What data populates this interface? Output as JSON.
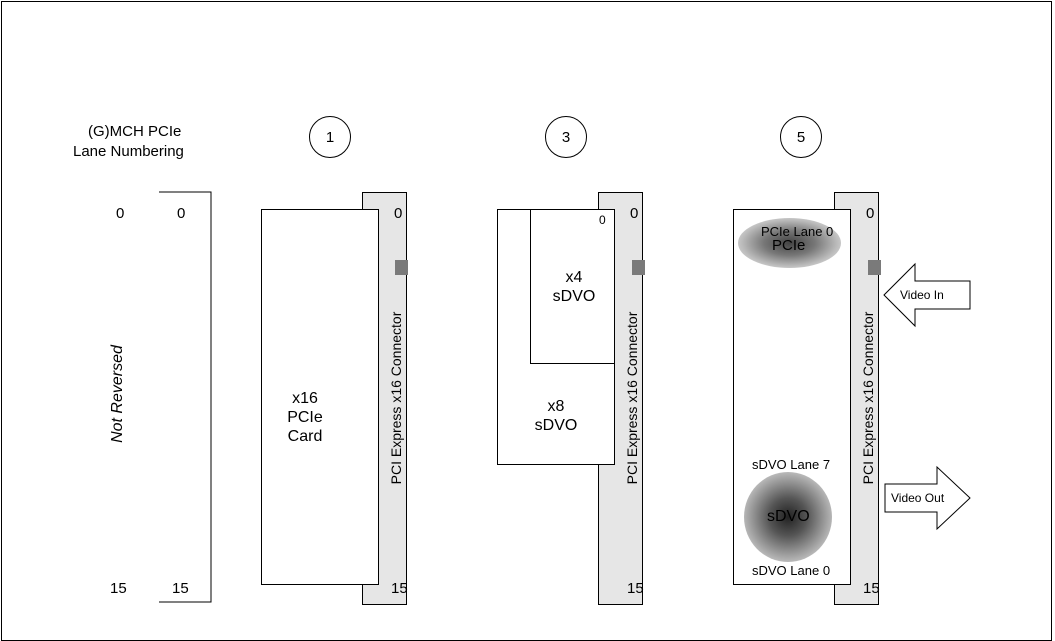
{
  "header": {
    "line1": "(G)MCH  PCIe",
    "line2": "Lane Numbering"
  },
  "lane_column": {
    "top_left": "0",
    "top_right": "0",
    "bottom_left": "15",
    "bottom_right": "15",
    "rotated_label": "Not Reversed"
  },
  "configs": [
    {
      "number": "1",
      "card_lines": [
        "x16",
        "PCIe",
        "Card"
      ],
      "connector_label": "PCI Express x16 Connector",
      "connector_top": "0",
      "connector_bottom": "15"
    },
    {
      "number": "3",
      "inner_card_lane": "0",
      "inner_card_lines": [
        "x4",
        "sDVO"
      ],
      "outer_card_lines": [
        "x8",
        "sDVO"
      ],
      "connector_label": "PCI Express x16 Connector",
      "connector_top": "0",
      "connector_bottom": "15"
    },
    {
      "number": "5",
      "pcie_lane_label": "PCIe Lane 0",
      "pcie_blob_label": "PCIe",
      "sdvo_top_label": "sDVO Lane 7",
      "sdvo_blob_label": "sDVO",
      "sdvo_bottom_label": "sDVO Lane 0",
      "video_in": "Video In",
      "video_out": "Video Out",
      "connector_label": "PCI Express x16 Connector",
      "connector_top": "0",
      "connector_bottom": "15"
    }
  ],
  "colors": {
    "connector_fill": "#e6e6e6",
    "key_fill": "#7a7a7a",
    "blob_dark": "#333333"
  }
}
